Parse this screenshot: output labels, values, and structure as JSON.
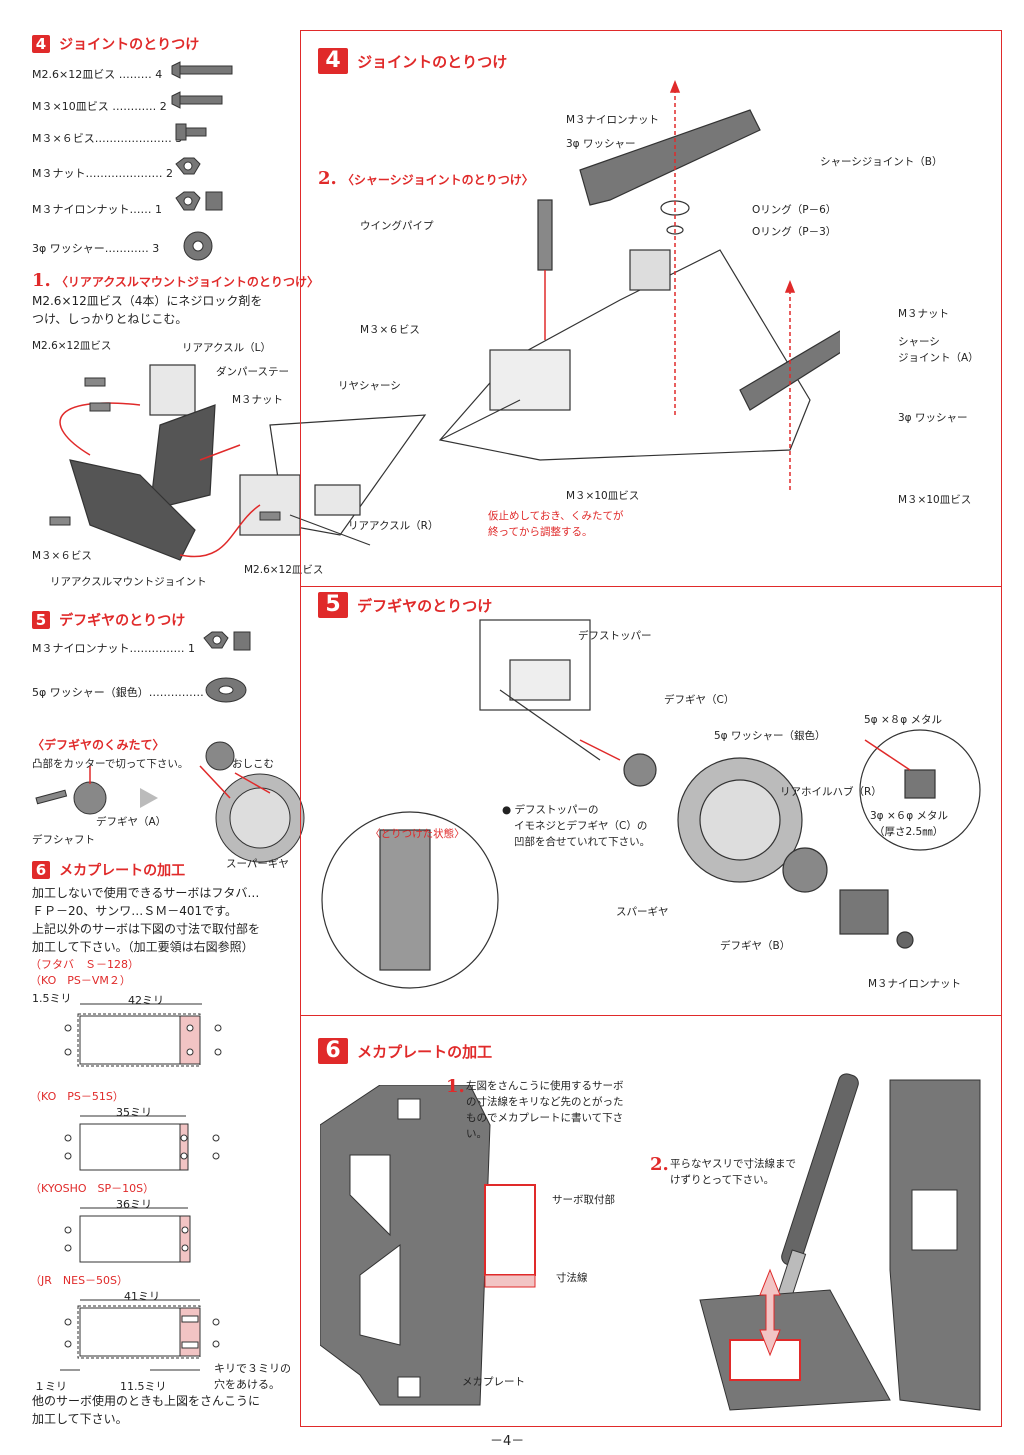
{
  "colors": {
    "accent": "#e02a2a",
    "ink": "#222222",
    "pink": "#f2c4c4",
    "gray": "#6a6a6a"
  },
  "left": {
    "sec4": {
      "num": "4",
      "title": "ジョイントのとりつけ",
      "parts": [
        "M2.6×12皿ビス ……… 4",
        "M３×10皿ビス ………… 2",
        "M３×６ビス………………… 3",
        "M３ナット………………… 2",
        "M３ナイロンナット…… 1",
        "3φ ワッシャー………… 3"
      ]
    },
    "step1": {
      "num": "1.",
      "title": "〈リアアクスルマウントジョイントのとりつけ〉",
      "desc": [
        "M2.6×12皿ビス（4本）にネジロック剤を",
        "つけ、しっかりとねじこむ。"
      ],
      "labels": {
        "screw_a": "M2.6×12皿ビス",
        "axle_l": "リアアクスル（L）",
        "damper": "ダンパーステー",
        "nut": "M３ナット",
        "chassis": "リヤシャーシ",
        "axle_r": "リアアクスル（R）",
        "screw_b": "M３×６ビス",
        "screw_c": "M2.6×12皿ビス",
        "mount": "リアアクスルマウントジョイント"
      }
    },
    "sec5": {
      "num": "5",
      "title": "デフギヤのとりつけ",
      "parts": [
        "M３ナイロンナット…………… 1",
        "5φ ワッシャー（銀色）…………… 2"
      ],
      "sub": "〈デフギヤのくみたて〉",
      "labels": {
        "cut": "凸部をカッターで切って下さい。",
        "push": "おしこむ",
        "shaft": "デフシャフト",
        "gear": "デフギヤ（A）",
        "spur": "スーパーギヤ"
      }
    },
    "sec6": {
      "num": "6",
      "title": "メカプレートの加工",
      "desc": [
        "加工しないで使用できるサーボはフタバ…",
        "ＦＰ－20、サンワ…ＳＭ－401です。",
        "上記以外のサーボは下図の寸法で取付部を",
        "加工して下さい。（加工要領は右図参照）"
      ],
      "servos": [
        {
          "names": [
            "（フタバ　Ｓ－128）",
            "（KO　PS－VM２）"
          ],
          "dim": "42ミリ",
          "edge": "1.5ミリ"
        },
        {
          "names": [
            "（KO　PS－51S）"
          ],
          "dim": "35ミリ"
        },
        {
          "names": [
            "（KYOSHO　SP－10S）"
          ],
          "dim": "36ミリ"
        },
        {
          "names": [
            "（JR　NES－50S）"
          ],
          "dim": "41ミリ",
          "bottom": [
            "１ミリ",
            "11.5ミリ"
          ],
          "hole": [
            "キリで３ミリの",
            "穴をあける。"
          ]
        }
      ],
      "footer": [
        "他のサーボ使用のときも上図をさんこうに",
        "加工して下さい。"
      ]
    }
  },
  "right": {
    "sec4": {
      "num": "4",
      "title": "ジョイントのとりつけ",
      "step2": {
        "num": "2.",
        "title": "〈シャーシジョイントのとりつけ〉"
      },
      "labels": {
        "nylon_nut": "M３ナイロンナット",
        "washer": "3φ ワッシャー",
        "joint_b": "シャーシジョイント（B）",
        "pipe": "ウイングパイプ",
        "oring6": "Oリング（P－6）",
        "oring3": "Oリング（P－3）",
        "screw6": "M３×６ビス",
        "m3nut": "M３ナット",
        "joint_a1": "シャーシ",
        "joint_a2": "ジョイント（A）",
        "washer2": "3φ ワッシャー",
        "screw10a": "M３×10皿ビス",
        "screw10b": "M３×10皿ビス",
        "note": [
          "仮止めしておき、くみたてが",
          "終ってから調整する。"
        ]
      }
    },
    "sec5": {
      "num": "5",
      "title": "デフギヤのとりつけ",
      "labels": {
        "stopper": "デフストッパー",
        "gear_c": "デフギヤ（C）",
        "washer5": "5φ ワッシャー（銀色）",
        "metal8": "5φ ×８φ メタル",
        "hub": "リアホイルハブ（R）",
        "metal6a": "3φ ×６φ メタル",
        "metal6b": "（厚さ2.5㎜）",
        "note": [
          "● デフストッパーの",
          "イモネジとデフギヤ（C）の",
          "凹部を合せていれて下さい。"
        ],
        "state": "〈とりつけた状態〉",
        "spur": "スパーギヤ",
        "gear_b": "デフギヤ（B）",
        "nylon": "M３ナイロンナット"
      }
    },
    "sec6": {
      "num": "6",
      "title": "メカプレートの加工",
      "step1": {
        "num": "1.",
        "text": [
          "左図をさんこうに使用するサーボ",
          "の寸法線をキリなど先のとがった",
          "ものでメカプレートに書いて下さ",
          "い。"
        ]
      },
      "step2": {
        "num": "2.",
        "text": [
          "平らなヤスリで寸法線まで",
          "けずりとって下さい。"
        ]
      },
      "labels": {
        "servo_mount": "サーボ取付部",
        "dim_line": "寸法線",
        "plate": "メカプレート"
      }
    }
  },
  "page_number": "－4－"
}
